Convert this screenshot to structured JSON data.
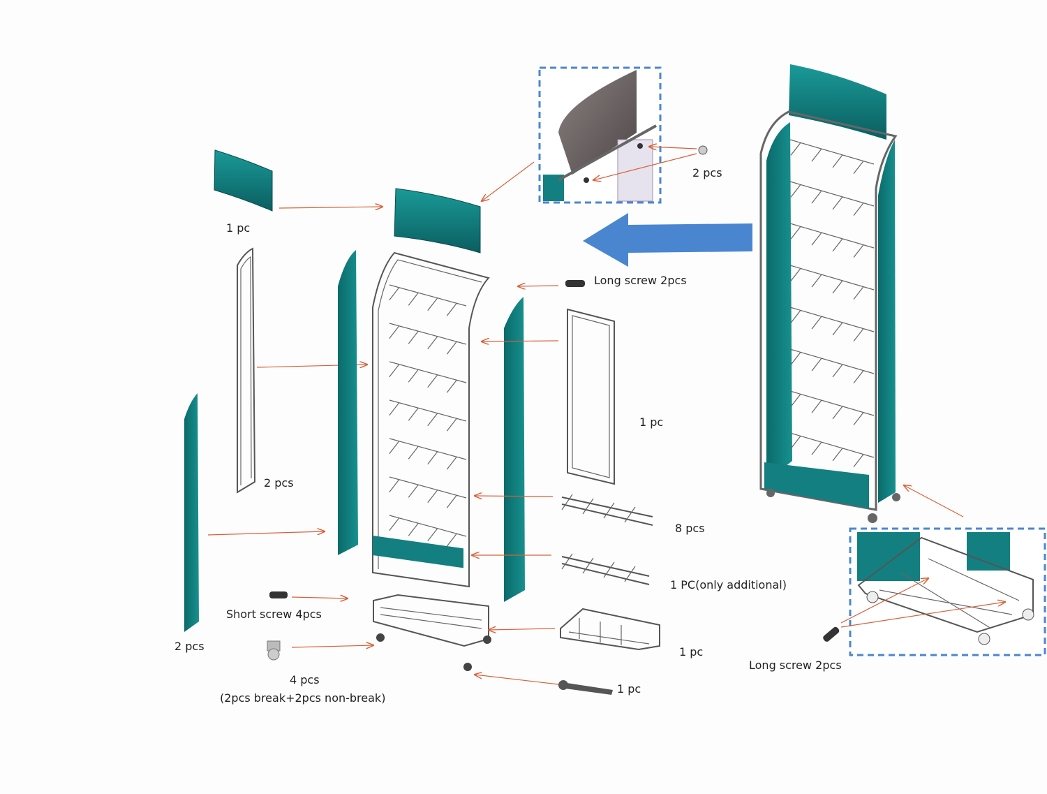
{
  "labels": {
    "header_panel_qty": "1 pc",
    "top_nut_qty": "2 pcs",
    "long_screw_top": "Long screw 2pcs",
    "back_frame_qty": "1 pc",
    "side_frame_qty": "2 pcs",
    "hook_bar_qty": "8 pcs",
    "extra_hook_bar_qty": "1 PC(only additional)",
    "short_screw": "Short screw 4pcs",
    "side_panel_qty": "2 pcs",
    "base_tray_qty": "1 pc",
    "caster_qty": "4 pcs",
    "caster_note": "(2pcs break+2pcs non-break)",
    "wrench_qty": "1 pc",
    "long_screw_bottom": "Long screw 2pcs"
  },
  "colors": {
    "panel_teal": "#137f80",
    "panel_teal_dark": "#0b5e60",
    "arrow_blue": "#4a86d0",
    "pointer_red": "#d9603a"
  }
}
